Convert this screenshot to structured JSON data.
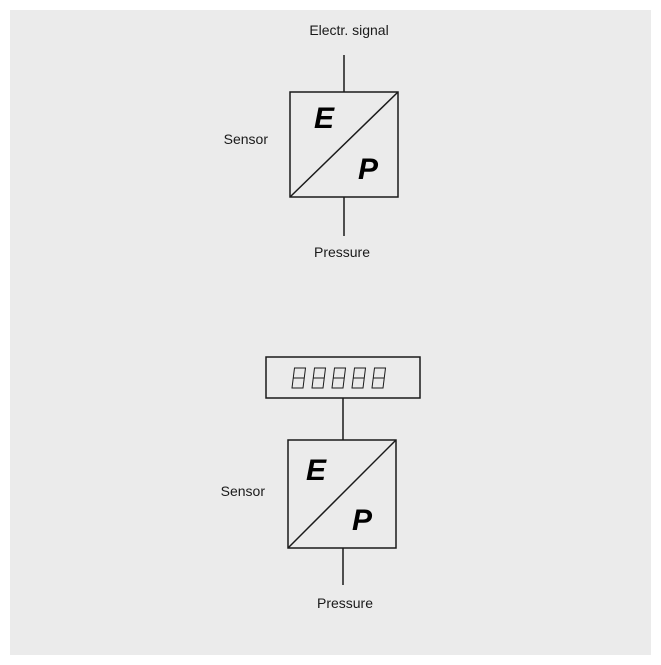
{
  "diagram_top": {
    "label_top": "Electr. signal",
    "label_side": "Sensor",
    "label_bottom": "Pressure",
    "letter_upper": "E",
    "letter_lower": "P"
  },
  "diagram_bottom": {
    "label_side": "Sensor",
    "label_bottom": "Pressure",
    "letter_upper": "E",
    "letter_lower": "P",
    "display_digit_count": 5
  },
  "colors": {
    "background": "#ebebeb",
    "stroke": "#1a1a1a"
  }
}
